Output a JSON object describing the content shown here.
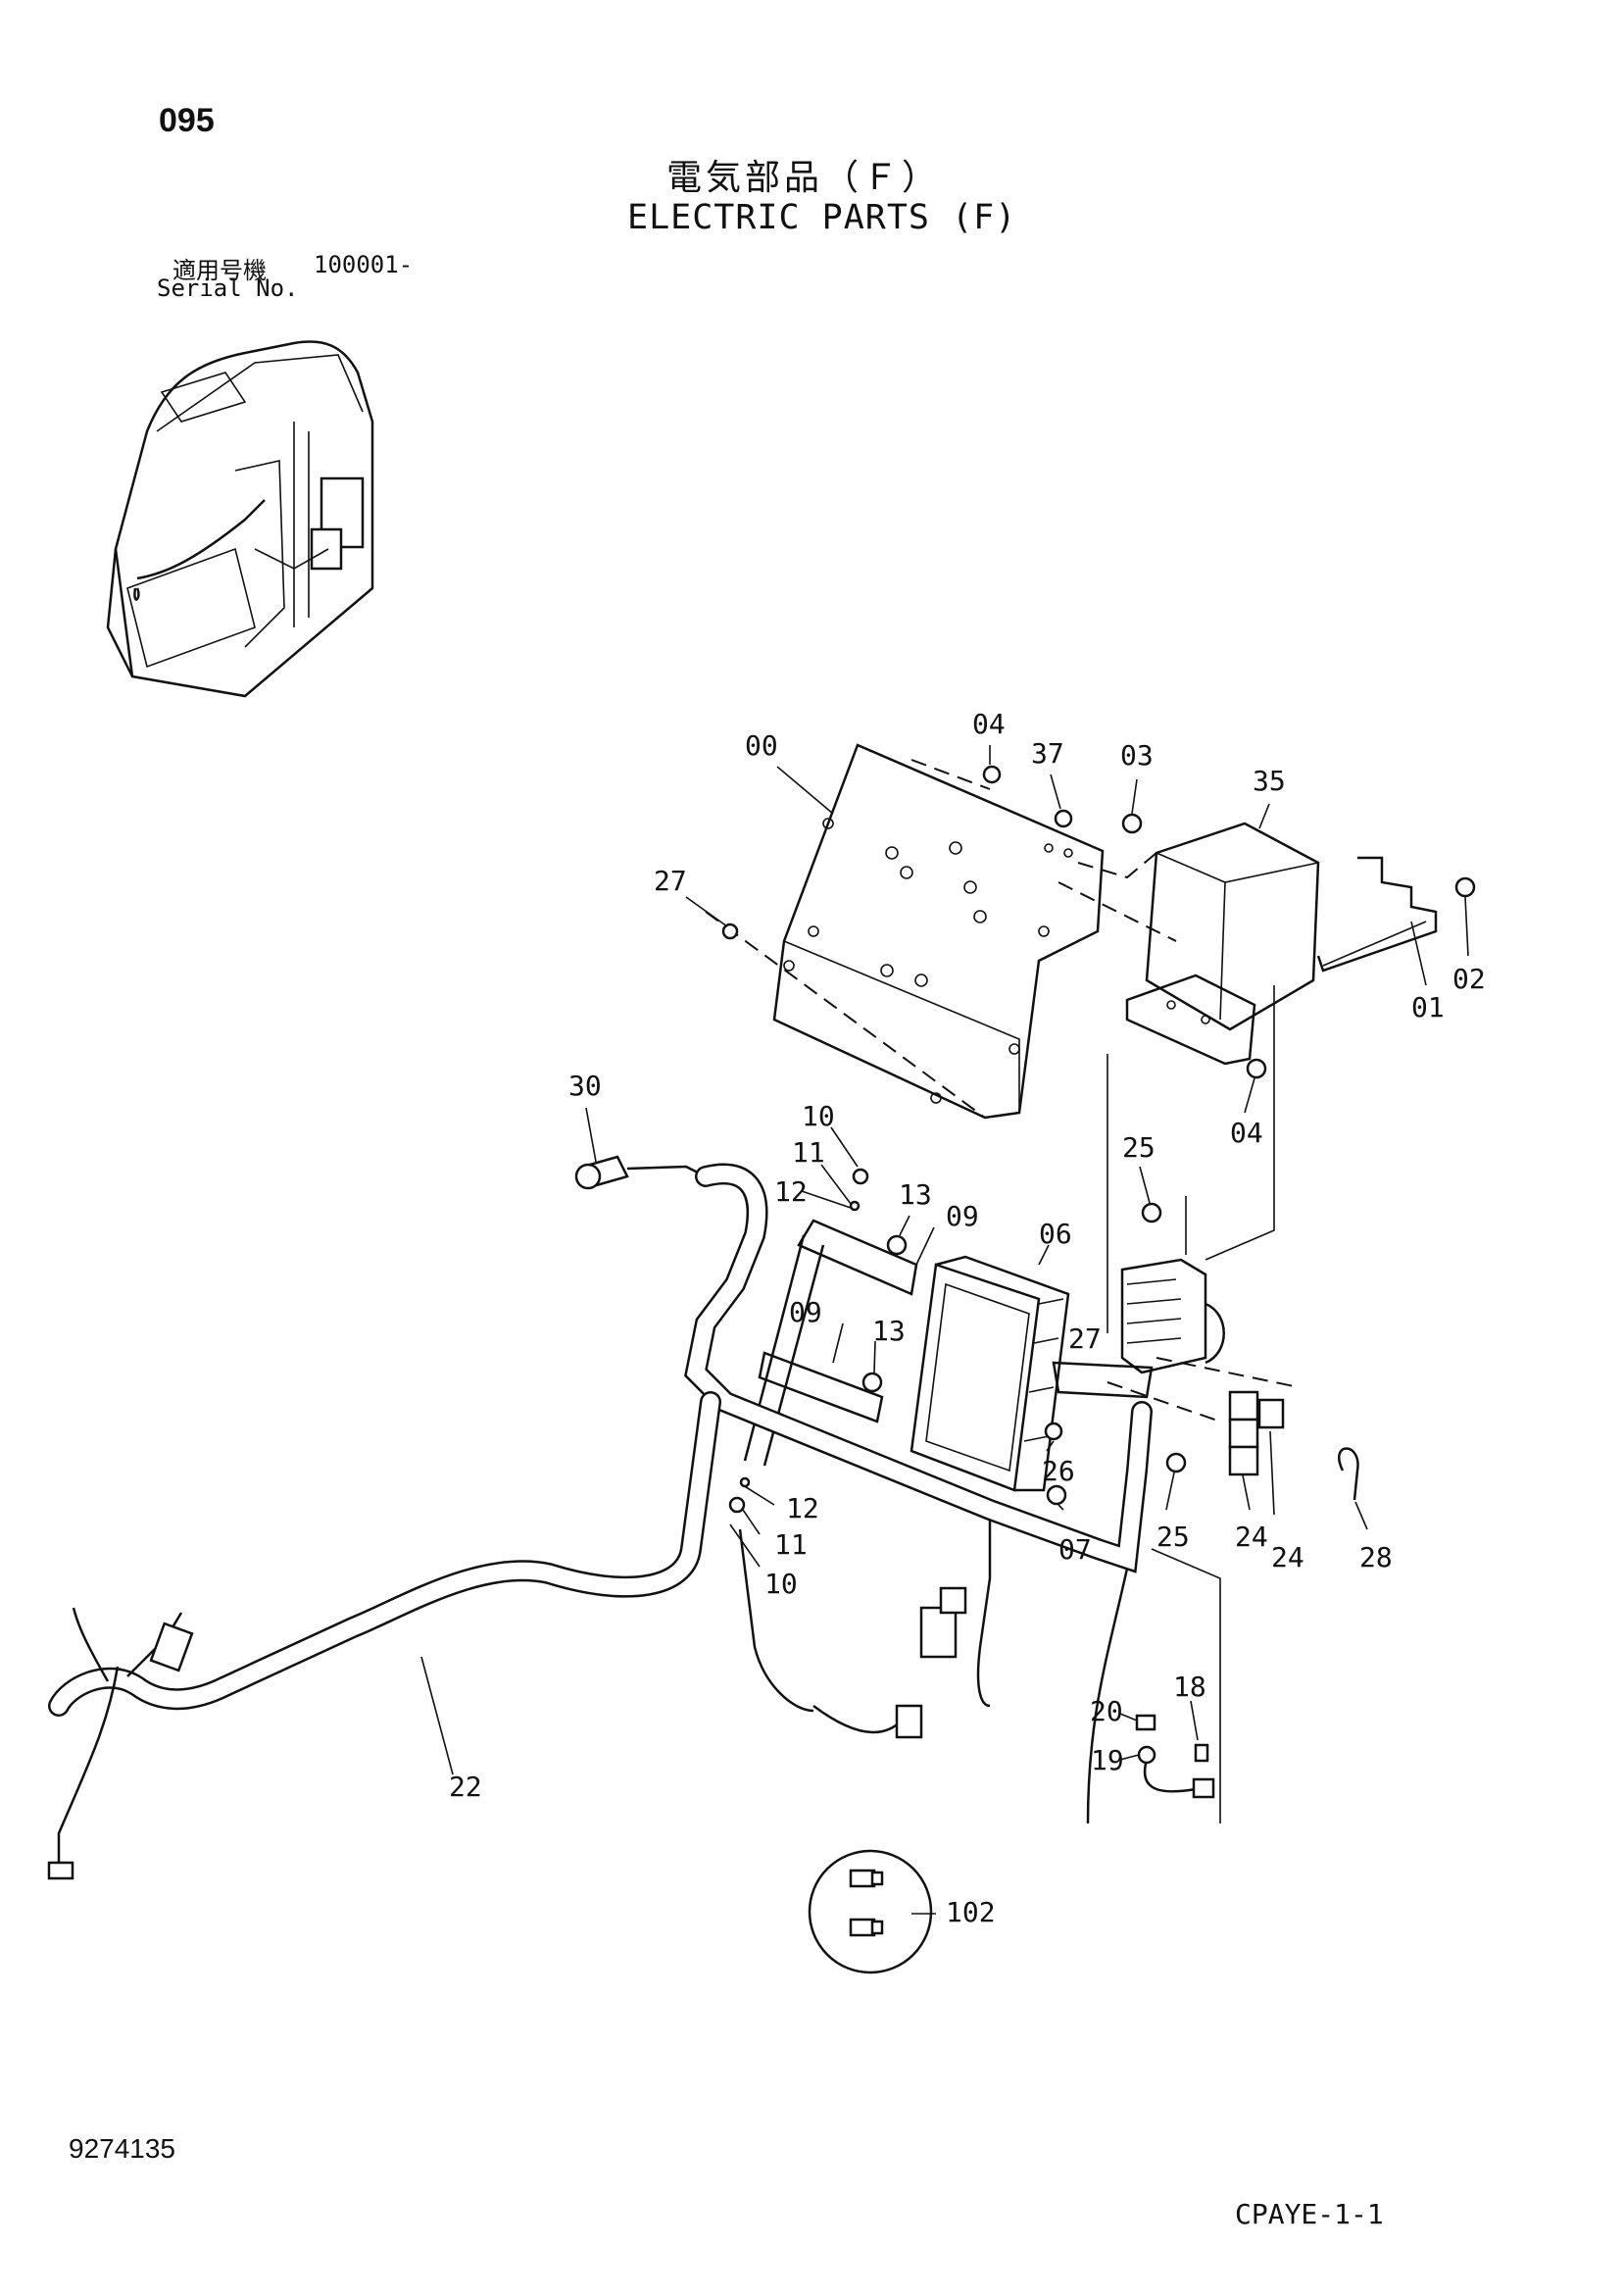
{
  "header": {
    "page_number": "095",
    "title_jp": "電気部品（Ｆ）",
    "title_en": "ELECTRIC PARTS (F)",
    "serial_label_jp": "適用号機",
    "serial_value": "100001-",
    "serial_label_en": "Serial No."
  },
  "callouts": [
    "00",
    "04",
    "37",
    "03",
    "35",
    "27",
    "02",
    "01",
    "04",
    "30",
    "10",
    "11",
    "12",
    "13",
    "09",
    "06",
    "25",
    "09",
    "13",
    "27",
    "26",
    "25",
    "24",
    "24",
    "28",
    "12",
    "11",
    "10",
    "07",
    "20",
    "18",
    "19",
    "22",
    "102"
  ],
  "footer": {
    "drawing_number": "9274135",
    "page_code": "CPAYE-1-1"
  }
}
